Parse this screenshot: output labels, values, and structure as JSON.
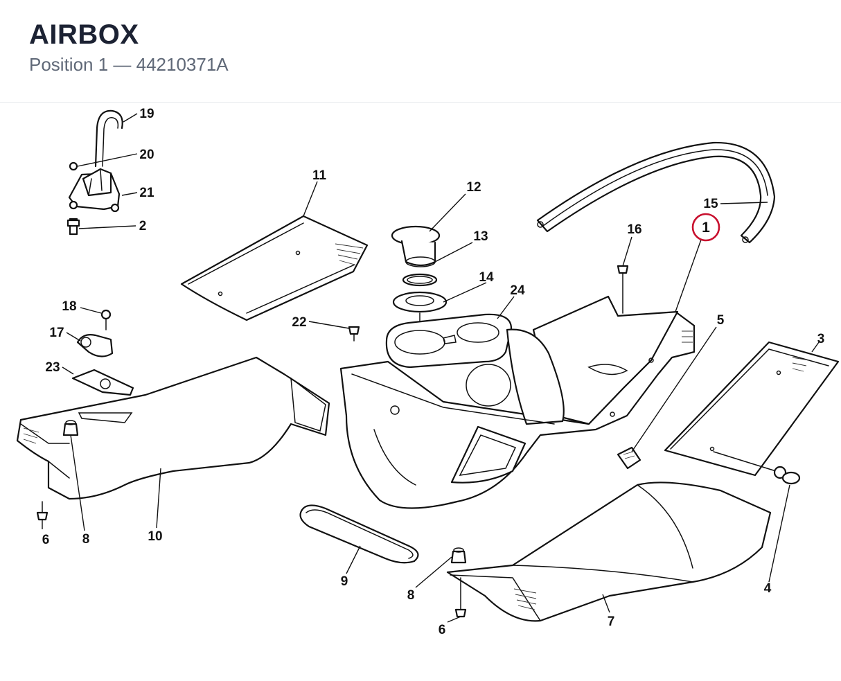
{
  "header": {
    "title": "AIRBOX",
    "subtitle": "Position 1 — 44210371A"
  },
  "colors": {
    "highlight": "#c8102e",
    "ink": "#111111",
    "title": "#1c2233",
    "subtitle": "#5f6877"
  },
  "highlighted": "1",
  "labels": [
    "19",
    "20",
    "21",
    "2",
    "11",
    "12",
    "13",
    "14",
    "24",
    "16",
    "1",
    "15",
    "18",
    "17",
    "23",
    "22",
    "5",
    "3",
    "10",
    "6",
    "8",
    "9",
    "7",
    "4"
  ]
}
